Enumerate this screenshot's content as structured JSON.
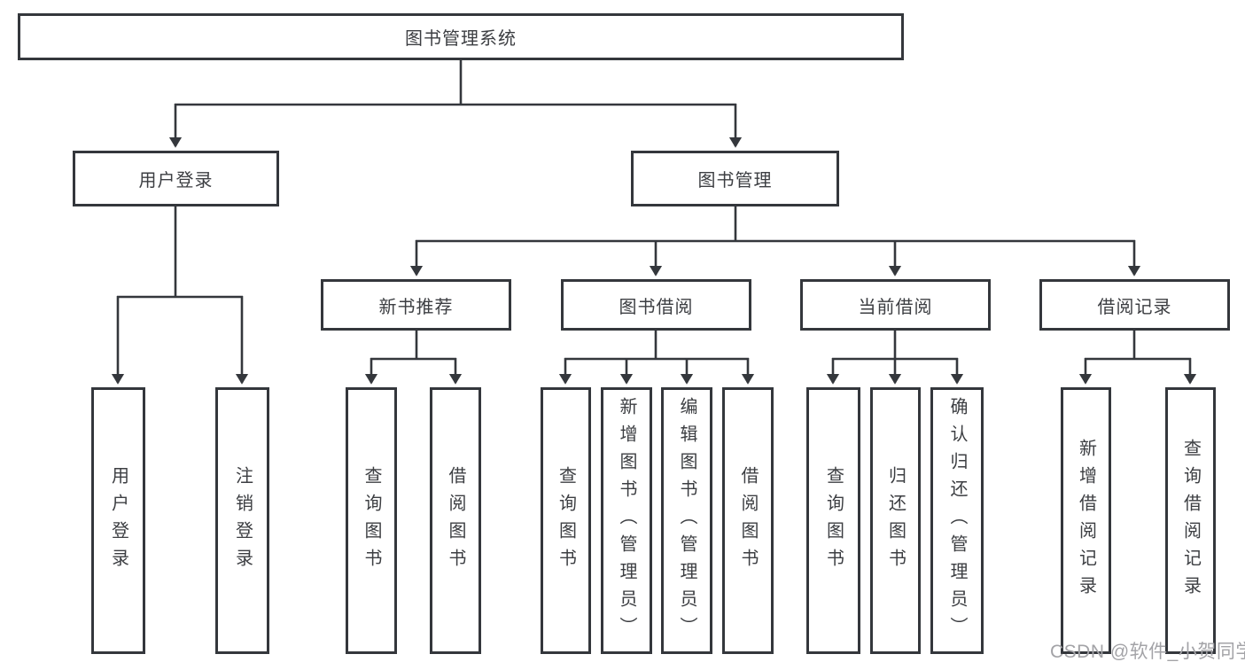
{
  "diagram_title": "图书管理系统",
  "tree": {
    "label": "图书管理系统",
    "children": [
      {
        "label": "用户登录",
        "children": [
          {
            "label": "用户登录"
          },
          {
            "label": "注销登录"
          }
        ]
      },
      {
        "label": "图书管理",
        "children": [
          {
            "label": "新书推荐",
            "children": [
              {
                "label": "查询图书"
              },
              {
                "label": "借阅图书"
              }
            ]
          },
          {
            "label": "图书借阅",
            "children": [
              {
                "label": "查询图书"
              },
              {
                "label": "新增图书（管理员）"
              },
              {
                "label": "编辑图书（管理员）"
              },
              {
                "label": "借阅图书"
              }
            ]
          },
          {
            "label": "当前借阅",
            "children": [
              {
                "label": "查询图书"
              },
              {
                "label": "归还图书"
              },
              {
                "label": "确认归还（管理员）"
              }
            ]
          },
          {
            "label": "借阅记录",
            "children": [
              {
                "label": "新增借阅记录"
              },
              {
                "label": "查询借阅记录"
              }
            ]
          }
        ]
      }
    ]
  },
  "watermark": "CSDN @软件_小贺同学",
  "colors": {
    "line": "#34373c",
    "text": "#3c3e42",
    "watermark": "#a3a3a7",
    "background": "#ffffff"
  }
}
